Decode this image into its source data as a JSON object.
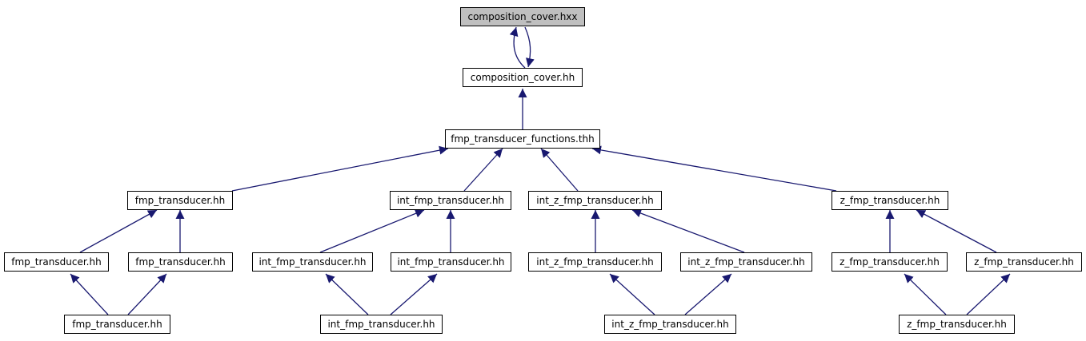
{
  "graph": {
    "edge_color": "#191970",
    "root_fill": "#bfbfbf",
    "nodes": [
      {
        "id": "n0",
        "label": "composition_cover.hxx",
        "root": true
      },
      {
        "id": "n1",
        "label": "composition_cover.hh"
      },
      {
        "id": "n2",
        "label": "fmp_transducer_functions.thh"
      },
      {
        "id": "n3",
        "label": "fmp_transducer.hh"
      },
      {
        "id": "n4",
        "label": "int_fmp_transducer.hh"
      },
      {
        "id": "n5",
        "label": "int_z_fmp_transducer.hh"
      },
      {
        "id": "n6",
        "label": "z_fmp_transducer.hh"
      },
      {
        "id": "n7",
        "label": "fmp_transducer.hh"
      },
      {
        "id": "n8",
        "label": "fmp_transducer.hh"
      },
      {
        "id": "n9",
        "label": "int_fmp_transducer.hh"
      },
      {
        "id": "n10",
        "label": "int_fmp_transducer.hh"
      },
      {
        "id": "n11",
        "label": "int_z_fmp_transducer.hh"
      },
      {
        "id": "n12",
        "label": "int_z_fmp_transducer.hh"
      },
      {
        "id": "n13",
        "label": "z_fmp_transducer.hh"
      },
      {
        "id": "n14",
        "label": "z_fmp_transducer.hh"
      },
      {
        "id": "n15",
        "label": "fmp_transducer.hh"
      },
      {
        "id": "n16",
        "label": "int_fmp_transducer.hh"
      },
      {
        "id": "n17",
        "label": "int_z_fmp_transducer.hh"
      },
      {
        "id": "n18",
        "label": "z_fmp_transducer.hh"
      }
    ]
  }
}
